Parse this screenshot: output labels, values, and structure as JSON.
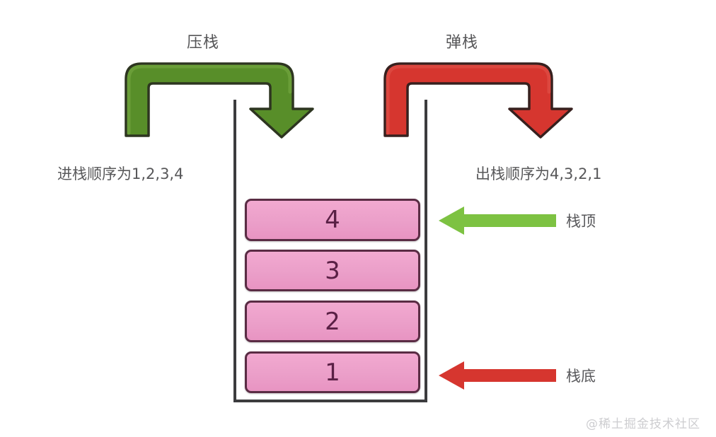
{
  "diagram": {
    "title_push": "压栈",
    "title_pop": "弹栈",
    "push_order_label": "进栈顺序为1,2,3,4",
    "pop_order_label": "出栈顺序为4,3,2,1",
    "top_pointer_label": "栈顶",
    "bottom_pointer_label": "栈底",
    "watermark": "@稀土掘金技术社区",
    "stack_items": [
      {
        "value": "4"
      },
      {
        "value": "3"
      },
      {
        "value": "2"
      },
      {
        "value": "1"
      }
    ],
    "colors": {
      "push_arrow": "#588e29",
      "push_arrow_stroke": "#2f3a20",
      "pop_arrow": "#d6362f",
      "pop_arrow_stroke": "#3a2220",
      "top_pointer": "#7dc242",
      "bottom_pointer": "#d6362f",
      "box_fill": "#eda2ca",
      "box_stroke": "#5a2c44",
      "box_text": "#5a2045",
      "wall": "#3c3c3e",
      "caption_text": "#57575a",
      "watermark_text": "#cdcdd0",
      "background": "#ffffff"
    }
  }
}
